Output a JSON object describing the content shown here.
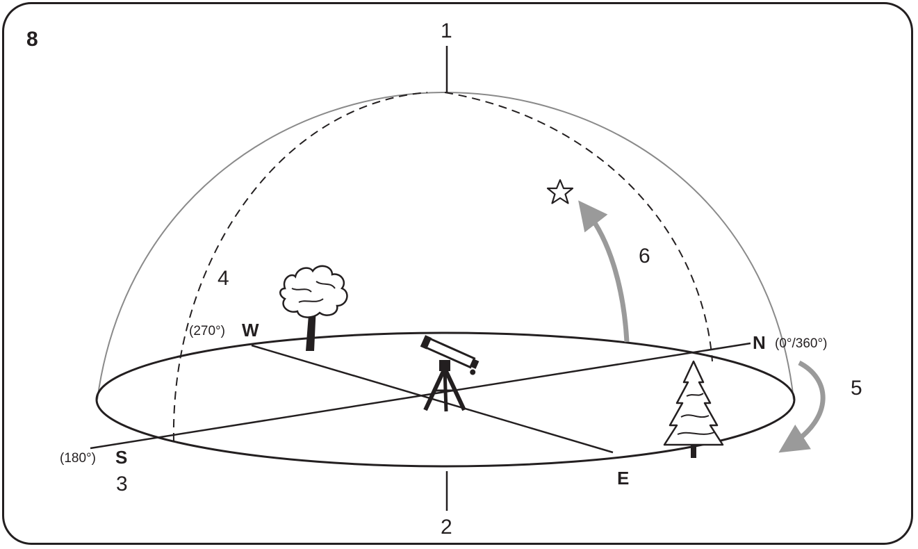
{
  "figure_number": "8",
  "callouts": {
    "c1": "1",
    "c2": "2",
    "c3": "3",
    "c4": "4",
    "c5": "5",
    "c6": "6"
  },
  "directions": {
    "north": {
      "letter": "N",
      "degrees": "(0°/360°)"
    },
    "west": {
      "letter": "W",
      "degrees": "(270°)"
    },
    "south": {
      "letter": "S",
      "degrees": "(180°)"
    },
    "east": {
      "letter": "E"
    }
  },
  "icons": [
    "star-icon",
    "deciduous-tree-icon",
    "pine-tree-icon",
    "telescope-icon"
  ],
  "colors": {
    "ink": "#231f20",
    "dome": "#8a8a8a",
    "arrow": "#9a9a9a"
  }
}
